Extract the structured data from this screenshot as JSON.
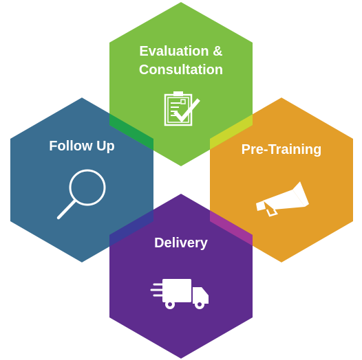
{
  "diagram": {
    "hexagons": [
      {
        "key": "evaluation",
        "label_lines": [
          "Evaluation &",
          "Consultation"
        ],
        "color": "#7DBF43",
        "icon": "clipboard-check-icon"
      },
      {
        "key": "follow_up",
        "label_lines": [
          "Follow Up"
        ],
        "color": "#3A6E91",
        "icon": "magnifier-icon"
      },
      {
        "key": "pre_training",
        "label_lines": [
          "Pre-Training"
        ],
        "color": "#E39E29",
        "icon": "megaphone-icon"
      },
      {
        "key": "delivery",
        "label_lines": [
          "Delivery"
        ],
        "color": "#5E2C8E",
        "icon": "delivery-truck-icon"
      }
    ],
    "overlap_colors": {
      "evaluation_follow_up": "#1FA14A",
      "evaluation_pre_training": "#C9D62E",
      "follow_up_delivery": "#3B3C99",
      "pre_training_delivery": "#A1379A"
    }
  }
}
